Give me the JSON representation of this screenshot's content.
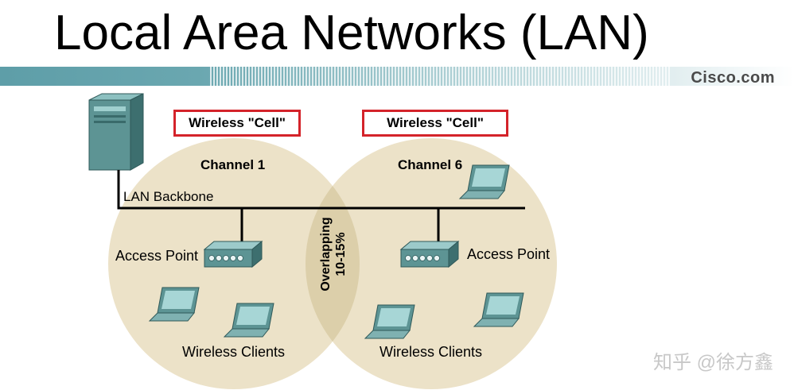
{
  "title": "Local Area Networks (LAN)",
  "brand": "Cisco.com",
  "cells": [
    {
      "label": "Wireless \"Cell\"",
      "channel": "Channel 1"
    },
    {
      "label": "Wireless \"Cell\"",
      "channel": "Channel 6"
    }
  ],
  "labels": {
    "backbone": "LAN Backbone",
    "access_point_left": "Access Point",
    "access_point_right": "Access Point",
    "clients_left": "Wireless Clients",
    "clients_right": "Wireless Clients",
    "overlap_line1": "Overlapping",
    "overlap_line2": "10-15%"
  },
  "watermark": "知乎 @徐方鑫",
  "colors": {
    "cell_fill": "#ece2c8",
    "overlap_fill": "#dccfaa",
    "cell_border": "#d4232a",
    "band": "#5e9ea8",
    "device": "#5d9494"
  },
  "icons": [
    "server-icon",
    "access-point-icon",
    "laptop-icon"
  ]
}
